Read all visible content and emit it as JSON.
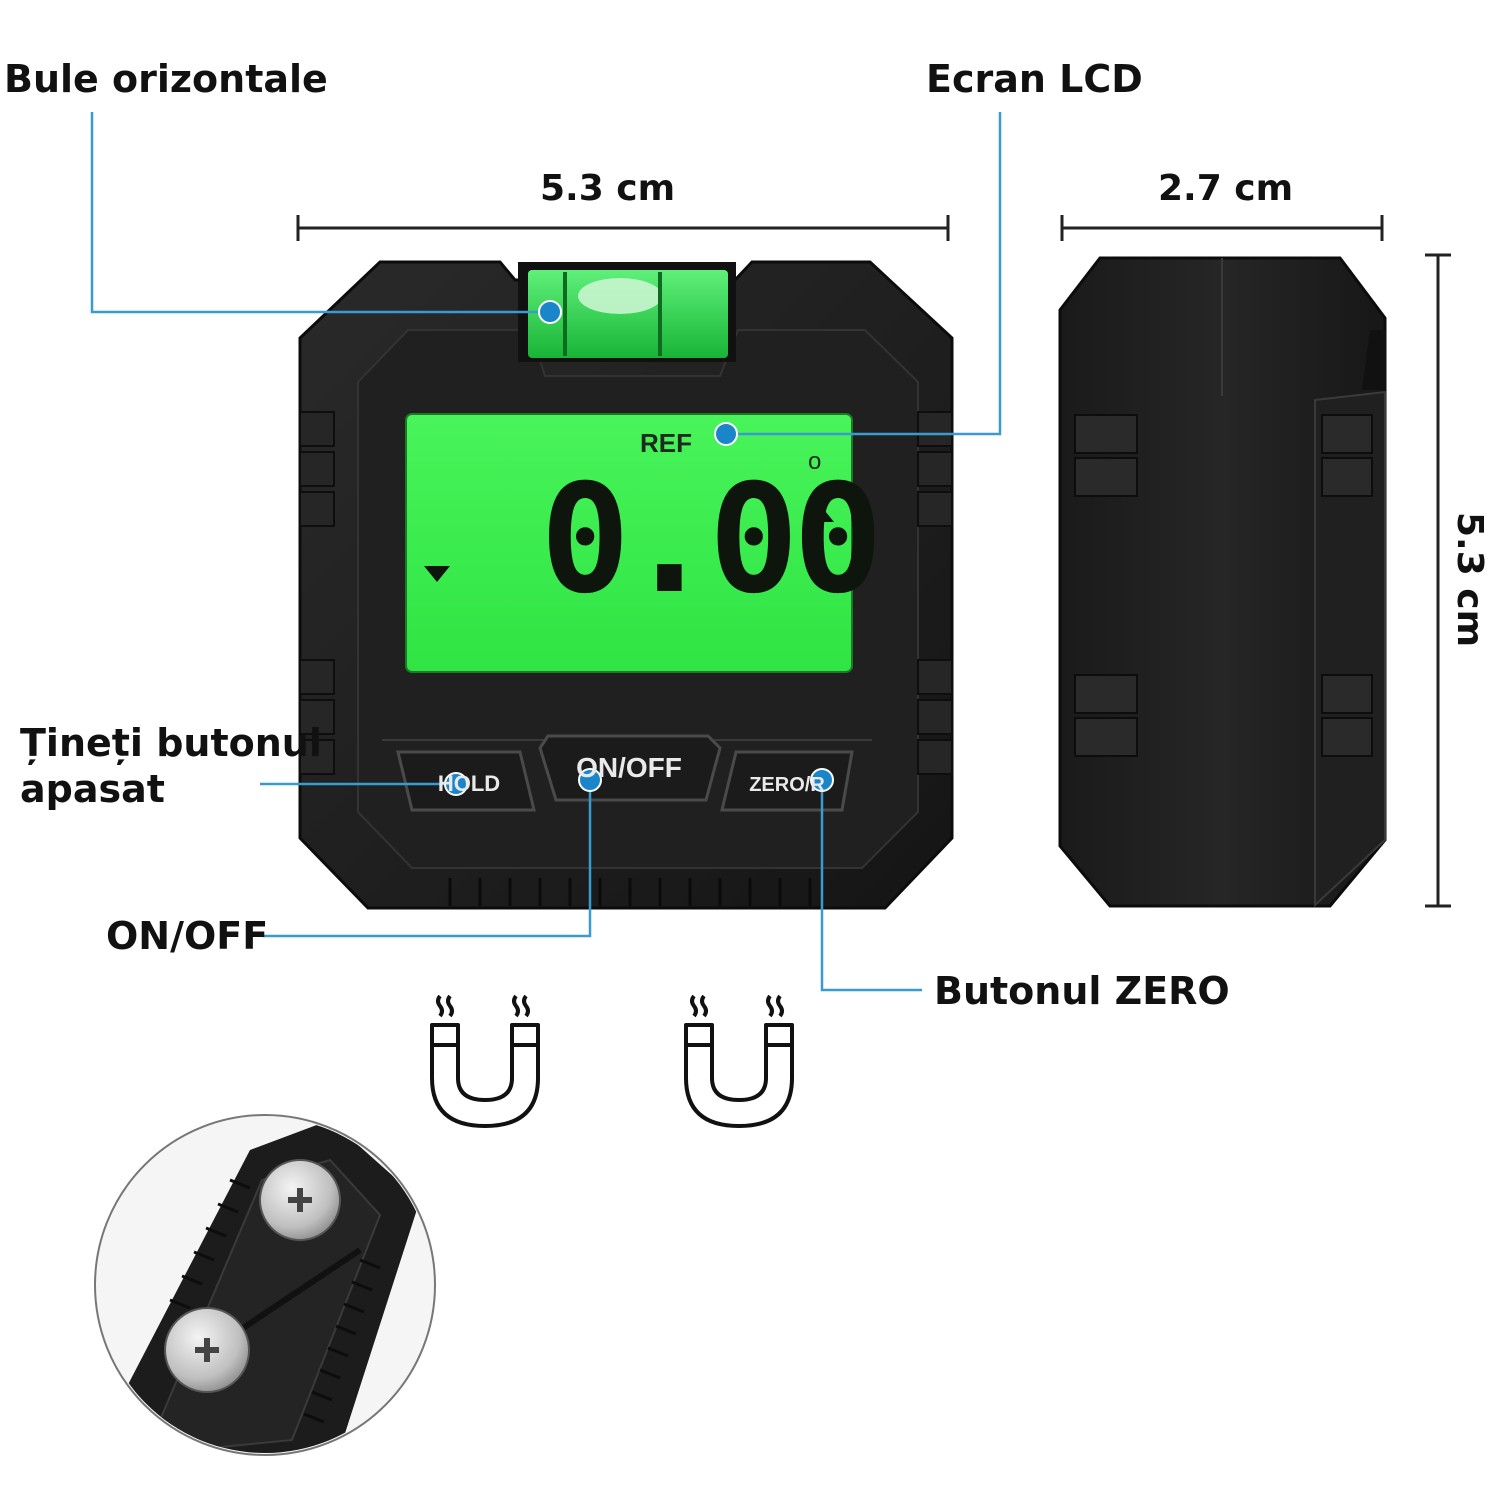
{
  "callouts": {
    "bubble_level": "Bule orizontale",
    "lcd_screen": "Ecran LCD",
    "hold_button": [
      "Țineți butonul",
      "apasat"
    ],
    "on_off": "ON/OFF",
    "zero_button": "Butonul ZERO"
  },
  "dimensions": {
    "front_width": "5.3 cm",
    "side_width": "2.7 cm",
    "height": "5.3 cm"
  },
  "device": {
    "lcd_ref_label": "REF",
    "lcd_degree_symbol": "o",
    "lcd_reading": "0.00",
    "buttons": {
      "hold": "HOLD",
      "on_off": "ON/OFF",
      "zero": "ZERO/R"
    }
  },
  "colors": {
    "callout_line": "#3a9bd0",
    "dot": "#1a86c9",
    "lcd_green": "#35ee4a",
    "body": "#1e1e1e",
    "bubble_green": "#2ad04a"
  },
  "icons": [
    "magnet-icon",
    "magnet-icon",
    "screw-icon"
  ]
}
